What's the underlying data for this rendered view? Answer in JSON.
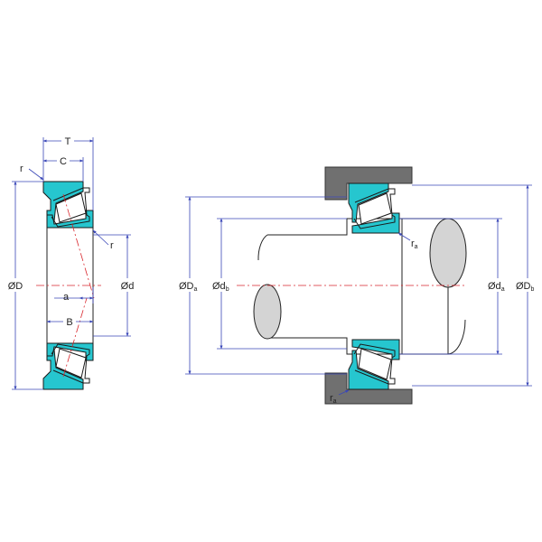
{
  "colors": {
    "ring_fill": "#26c6cf",
    "ring_stroke": "#1a1a1a",
    "dimension": "#3a47b8",
    "centerline": "#d9262c",
    "housing": "#707070",
    "shaft_end": "#d4d4d4",
    "outline": "#222222"
  },
  "bearing_view": {
    "dim_T": "T",
    "dim_C": "C",
    "dim_r_top": "r",
    "dim_r_inner": "r",
    "dim_D": "ØD",
    "dim_d": "Ød",
    "dim_a": "a",
    "dim_B": "B"
  },
  "mounting_view": {
    "dim_Da_main": "ØD",
    "dim_Da_sub": "a",
    "dim_db_main": "Ød",
    "dim_db_sub": "b",
    "dim_da_main": "Ød",
    "dim_da_sub": "a",
    "dim_Db_main": "ØD",
    "dim_Db_sub": "b",
    "dim_ra_top_main": "r",
    "dim_ra_top_sub": "a",
    "dim_ra_bottom_main": "r",
    "dim_ra_bottom_sub": "a"
  }
}
